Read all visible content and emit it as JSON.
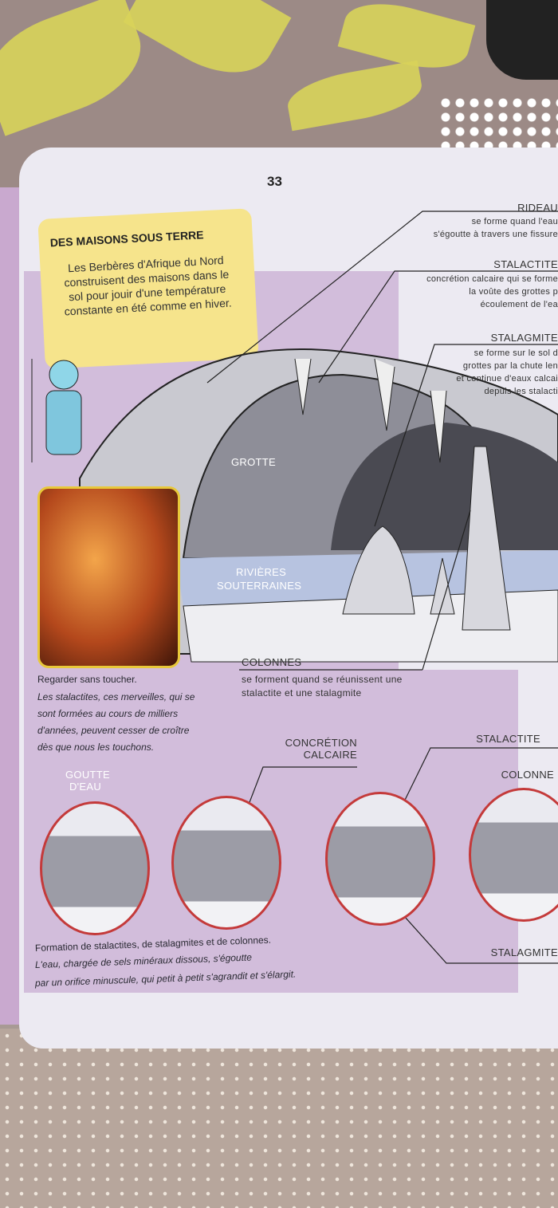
{
  "page_number": "33",
  "sidebar_box": {
    "title": "DES MAISONS SOUS TERRE",
    "text": "Les Berbères d'Afrique du Nord construisent des maisons dans le sol pour jouir d'une température constante en été comme en hiver."
  },
  "labels": {
    "rideau": {
      "title": "RIDEAU",
      "line1": "se forme quand l'eau",
      "line2": "s'égoutte à travers une fissure"
    },
    "stalactite": {
      "title": "STALACTITE",
      "line1": "concrétion calcaire qui se forme",
      "line2": "la voûte des grottes p",
      "line3": "écoulement de l'ea"
    },
    "stalagmite": {
      "title": "STALAGMITE",
      "line1": "se forme sur le sol d",
      "line2": "grottes par la chute len",
      "line3": "et continue d'eaux calcai",
      "line4": "depuis les stalacti"
    },
    "grotte": "GROTTE",
    "rivieres": {
      "line1": "RIVIÈRES",
      "line2": "SOUTERRAINES"
    },
    "colonnes": {
      "title": "COLONNES",
      "line1": "se forment quand se réunissent une",
      "line2": "stalactite et une stalagmite"
    }
  },
  "photo_caption": {
    "title": "Regarder sans toucher.",
    "line1": "Les stalactites, ces merveilles, qui se",
    "line2": "sont formées au cours de milliers",
    "line3": "d'années, peuvent cesser de croître",
    "line4": "dès que nous les touchons."
  },
  "formation": {
    "goutte": {
      "line1": "GOUTTE",
      "line2": "D'EAU"
    },
    "concretion": {
      "line1": "CONCRÉTION",
      "line2": "CALCAIRE"
    },
    "stalactite": "STALACTITE",
    "colonne": "COLONNE",
    "stalagmite": "STALAGMITE",
    "caption_title": "Formation de stalactites, de stalagmites et de colonnes.",
    "caption_line1": "L'eau, chargée de sels minéraux dissous, s'égoutte",
    "caption_line2": "par un orifice minuscule, qui petit à petit s'agrandit et s'élargit."
  }
}
